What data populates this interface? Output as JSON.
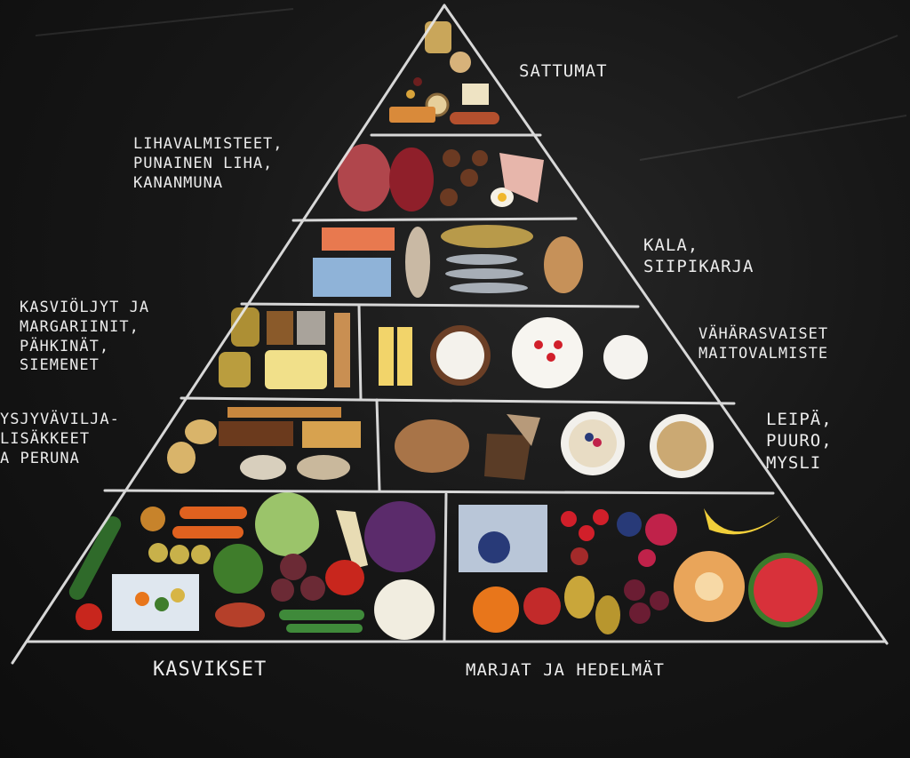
{
  "board": {
    "background": "#171717",
    "chalk": "#e8e8e8"
  },
  "labels": {
    "sattumat": "SATTUMAT",
    "liha": [
      "LIHAVALMISTEET,",
      "PUNAINEN LIHA,",
      "KANANMUNA"
    ],
    "kala": [
      "KALA,",
      "SIIPIKARJA"
    ],
    "kasvioljyt": [
      "KASVIÖLJYT JA",
      "MARGARIINIT,",
      "PÄHKINÄT,",
      "SIEMENET"
    ],
    "maito": [
      "VÄHÄRASVAISET",
      "MAITOVALMISTE"
    ],
    "vilja": [
      "YSJYVÄVILJA-",
      "LISÄKKEET",
      "A PERUNA"
    ],
    "leipa": [
      "LEIPÄ,",
      "PUURO,",
      "MYSLI"
    ],
    "kasvikset": "KASVIKSET",
    "marjat": "MARJAT JA HEDELMÄT"
  },
  "colors": {
    "tomato": "#c8261d",
    "orange": "#e8761b",
    "carrot": "#e0611f",
    "lettuce": "#9bc46a",
    "broccoli": "#3f7d2b",
    "cabbage": "#5b2b6b",
    "banana": "#f1cf3a",
    "melon": "#e9a55a",
    "watermelon": "#d8313a",
    "strawberry": "#d11f2a",
    "blueberry": "#283a78",
    "raspberry": "#c0224a",
    "salmon": "#e8794f",
    "meat": "#9b2b34",
    "bread": "#a87448",
    "oat": "#e8dcc4",
    "cheese": "#f2d46a",
    "dairy": "#f5f3ef"
  }
}
